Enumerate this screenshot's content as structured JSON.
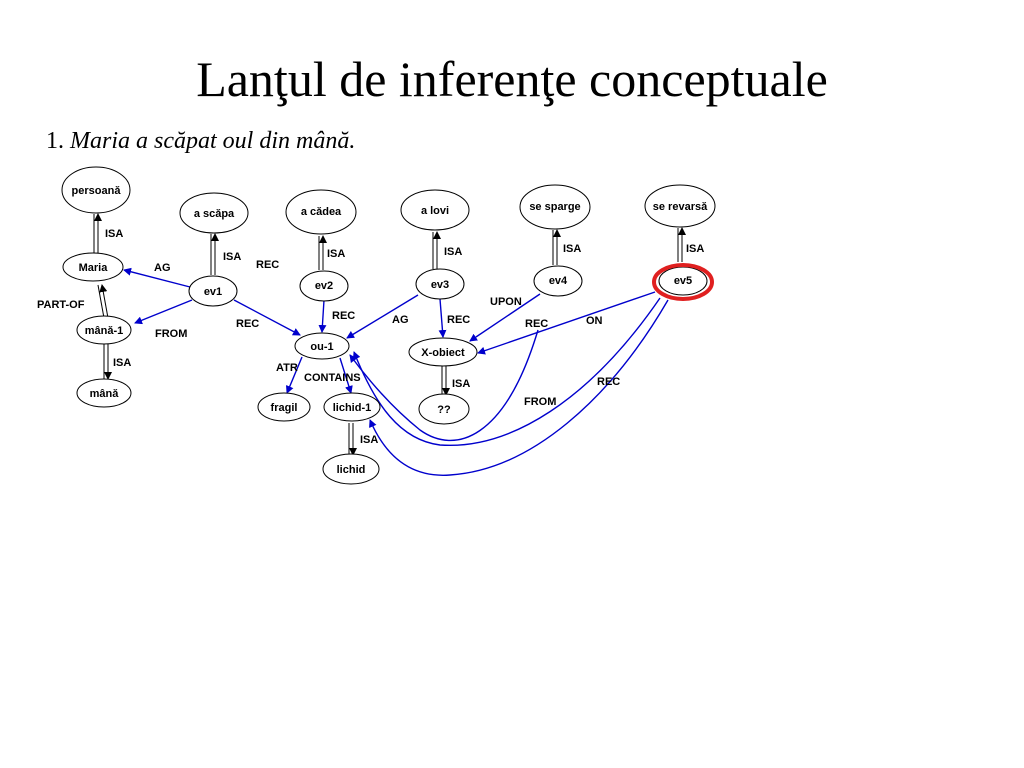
{
  "title": "Lanţul de inferenţe conceptuale",
  "sentence": {
    "number": "1.",
    "text": "Maria a scăpat oul din mână."
  },
  "colors": {
    "relation": "#0000cc",
    "isa": "#000000",
    "highlight": "#e02020"
  },
  "nodes": {
    "persoana": "persoană",
    "maria": "Maria",
    "mana1": "mână-1",
    "mana": "mână",
    "ascapa": "a scăpa",
    "ev1": "ev1",
    "acadea": "a cădea",
    "ev2": "ev2",
    "alovi": "a lovi",
    "ev3": "ev3",
    "sesparge": "se sparge",
    "ev4": "ev4",
    "serevarsa": "se revarsă",
    "ev5": "ev5",
    "ou1": "ou-1",
    "xobiect": "X-obiect",
    "qq": "??",
    "fragil": "fragil",
    "lichid1": "lichid-1",
    "lichid": "lichid"
  },
  "edge_labels": {
    "isa_maria": "ISA",
    "isa_mana": "ISA",
    "isa_ev1": "ISA",
    "isa_ev2": "ISA",
    "isa_ev3": "ISA",
    "isa_ev4": "ISA",
    "isa_ev5": "ISA",
    "isa_xobiect": "ISA",
    "isa_lichid": "ISA",
    "part_of": "PART-OF",
    "ag_ev1": "AG",
    "from_ev1": "FROM",
    "rec_ev1": "REC",
    "rec_ev1_top": "REC",
    "rec_ev2": "REC",
    "ag_ev3": "AG",
    "rec_ev3": "REC",
    "upon": "UPON",
    "rec_ev4": "REC",
    "on_ev5": "ON",
    "rec_ev5": "REC",
    "from_ev5": "FROM",
    "atr": "ATR",
    "contains": "CONTAINS"
  }
}
